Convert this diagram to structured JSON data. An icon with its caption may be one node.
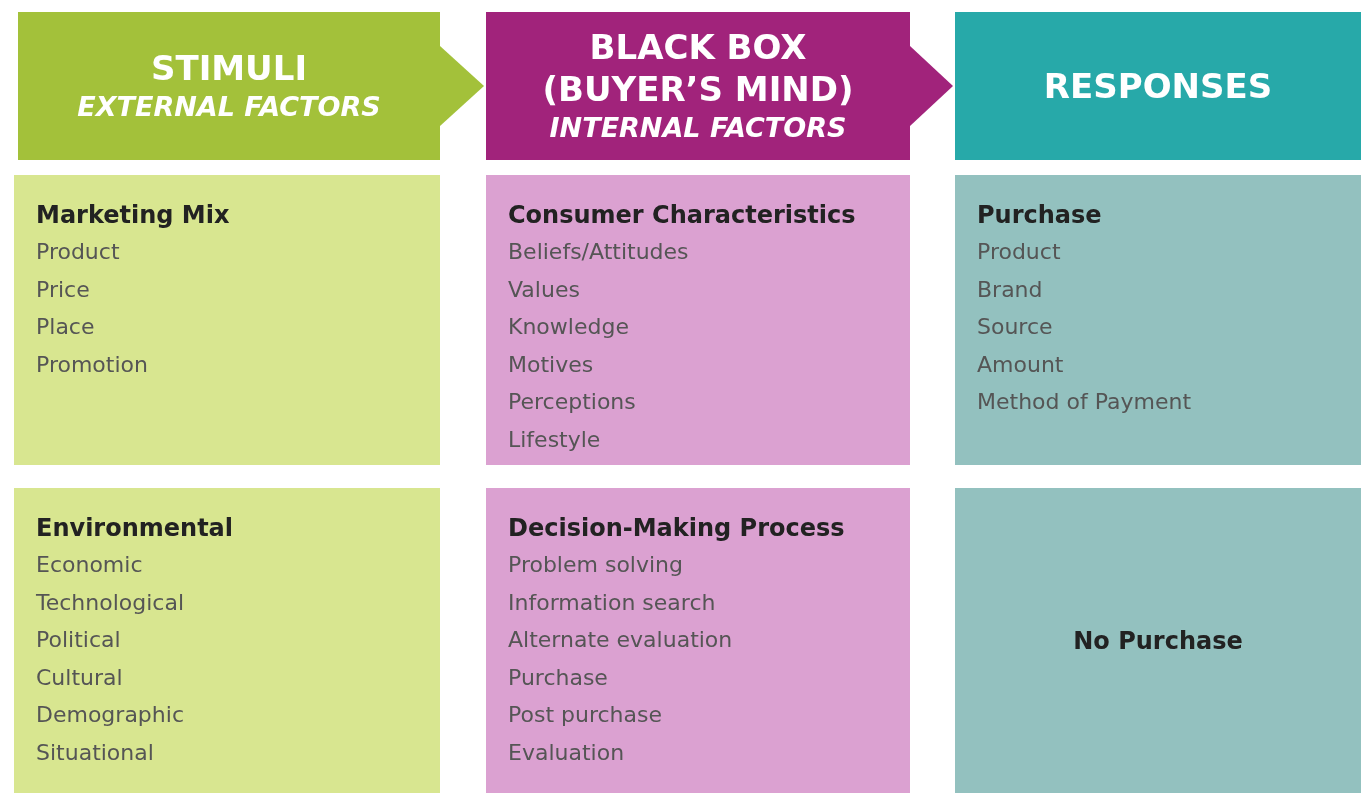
{
  "diagram": {
    "nodes": [
      {
        "text": [
          "STIMULI",
          "EXTERNAL FACTORS"
        ]
      },
      {
        "text": [
          "BLACK BOX (BUYER’S MIND)",
          "INTERNAL FACTORS"
        ]
      },
      {
        "text": [
          "RESPONSES"
        ]
      },
      {
        "text": [
          "Marketing Mix",
          "Product",
          "Price",
          "Place",
          "Promotion"
        ]
      },
      {
        "text": [
          "Consumer Characteristics",
          "Beliefs/Attitudes",
          "Values",
          "Knowledge",
          "Motives",
          "Perceptions",
          "Lifestyle"
        ]
      },
      {
        "text": [
          "Purchase",
          "Product",
          "Brand",
          "Source",
          "Amount",
          "Method of Payment"
        ]
      },
      {
        "text": [
          "Environmental",
          "Economic",
          "Technological",
          "Political",
          "Cultural",
          "Demographic",
          "Situational"
        ]
      },
      {
        "text": [
          "Decision-Making Process",
          "Problem solving",
          "Information search",
          "Alternate evaluation",
          "Purchase",
          "Post purchase",
          "Evaluation"
        ]
      },
      {
        "text": [
          "No Purchase"
        ]
      }
    ],
    "edges": [
      {
        "from": 0,
        "to": 1,
        "arrow": "to"
      },
      {
        "from": 1,
        "to": 2,
        "arrow": "to"
      }
    ]
  }
}
